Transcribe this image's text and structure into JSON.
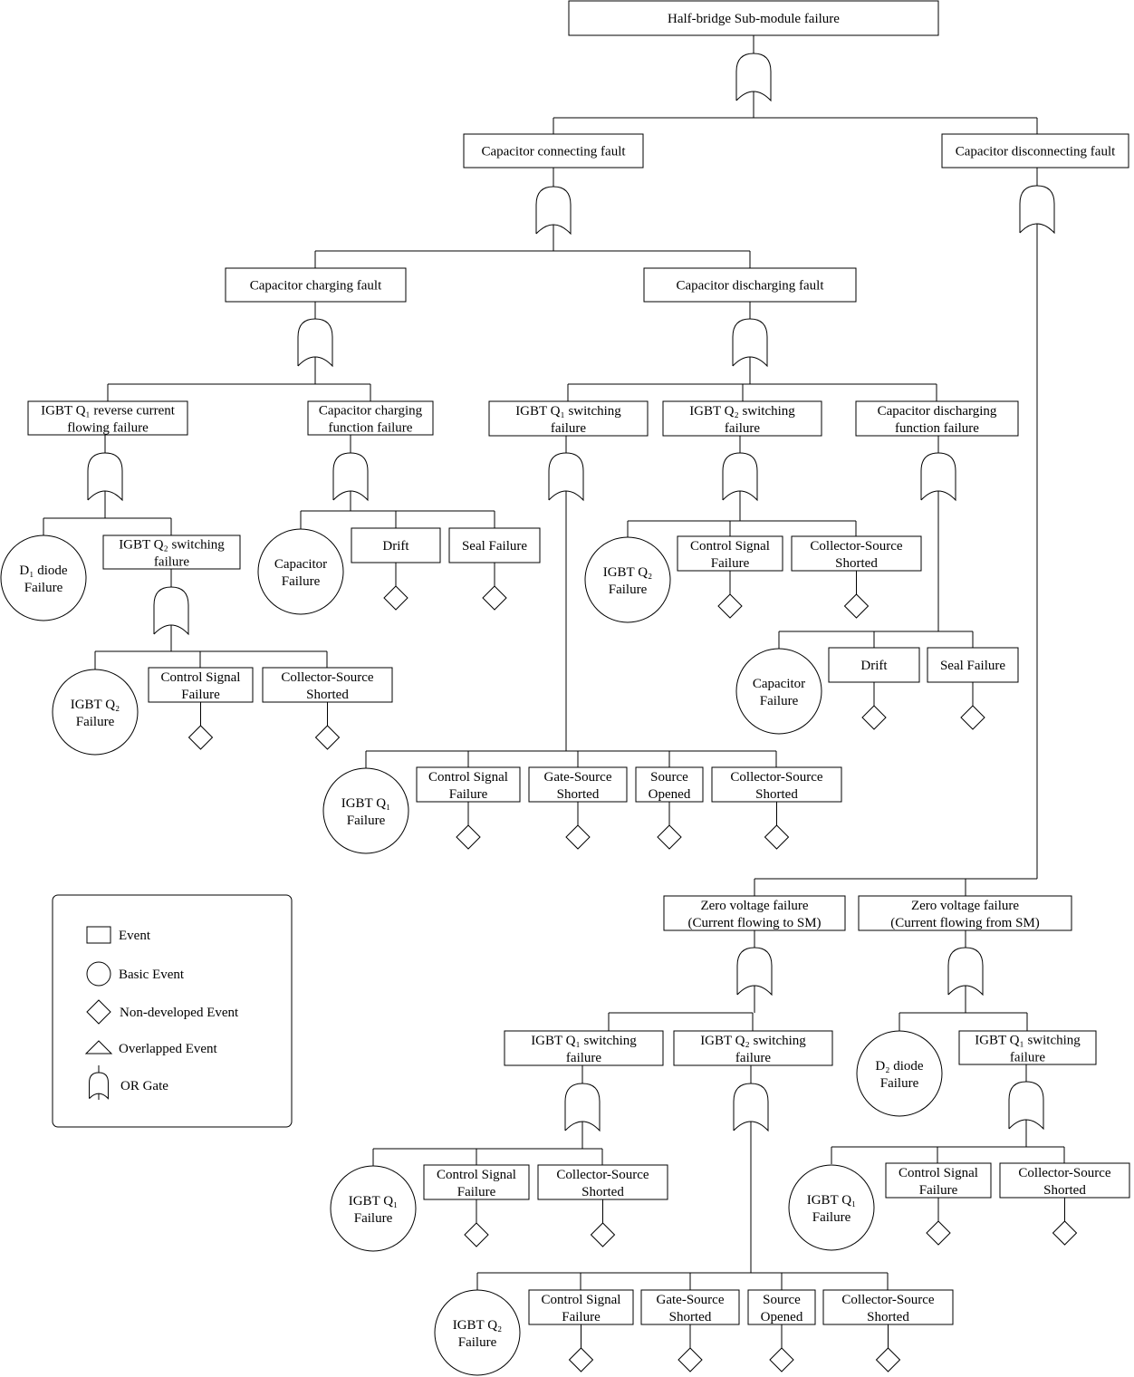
{
  "top": {
    "label": "Half-bridge Sub-module failure"
  },
  "events": {
    "cap_connecting": "Capacitor connecting fault",
    "cap_disconnecting": "Capacitor disconnecting fault",
    "cap_charging": "Capacitor charging fault",
    "cap_discharging": "Capacitor discharging fault",
    "q1_reverse": {
      "line1": "IGBT Q₁ reverse current",
      "line2": "flowing failure"
    },
    "cap_charging_func": {
      "line1": "Capacitor charging",
      "line2": "function failure"
    },
    "q1_switching_a": {
      "line1": "IGBT Q₁ switching",
      "line2": "failure"
    },
    "q2_switching_a": {
      "line1": "IGBT Q₂ switching",
      "line2": "failure"
    },
    "cap_discharging_func": {
      "line1": "Capacitor discharging",
      "line2": "function failure"
    },
    "q2_switching_b": {
      "line1": "IGBT Q₂ switching",
      "line2": "failure"
    },
    "zero_to": {
      "line1": "Zero voltage failure",
      "line2": "(Current flowing to SM)"
    },
    "zero_from": {
      "line1": "Zero voltage failure",
      "line2": "(Current flowing from SM)"
    },
    "q1_switching_c": {
      "line1": "IGBT Q₁ switching",
      "line2": "failure"
    },
    "q2_switching_c": {
      "line1": "IGBT Q₂ switching",
      "line2": "failure"
    },
    "q1_switching_d": {
      "line1": "IGBT Q₁ switching",
      "line2": "failure"
    }
  },
  "leaf_labels": {
    "control_signal": {
      "line1": "Control Signal",
      "line2": "Failure"
    },
    "collector_source": {
      "line1": "Collector-Source",
      "line2": "Shorted"
    },
    "gate_source": {
      "line1": "Gate-Source",
      "line2": "Shorted"
    },
    "source_opened": {
      "line1": "Source",
      "line2": "Opened"
    },
    "drift": "Drift",
    "seal": "Seal Failure"
  },
  "basic_events": {
    "d1": {
      "line1": "D₁ diode",
      "line2": "Failure"
    },
    "d2": {
      "line1": "D₂ diode",
      "line2": "Failure"
    },
    "capacitor": {
      "line1": "Capacitor",
      "line2": "Failure"
    },
    "q1": {
      "line1": "IGBT Q₁",
      "line2": "Failure"
    },
    "q2": {
      "line1": "IGBT Q₂",
      "line2": "Failure"
    }
  },
  "legend": {
    "event": "Event",
    "basic_event": "Basic Event",
    "non_developed": "Non-developed Event",
    "overlapped": "Overlapped Event",
    "or_gate": "OR Gate"
  }
}
